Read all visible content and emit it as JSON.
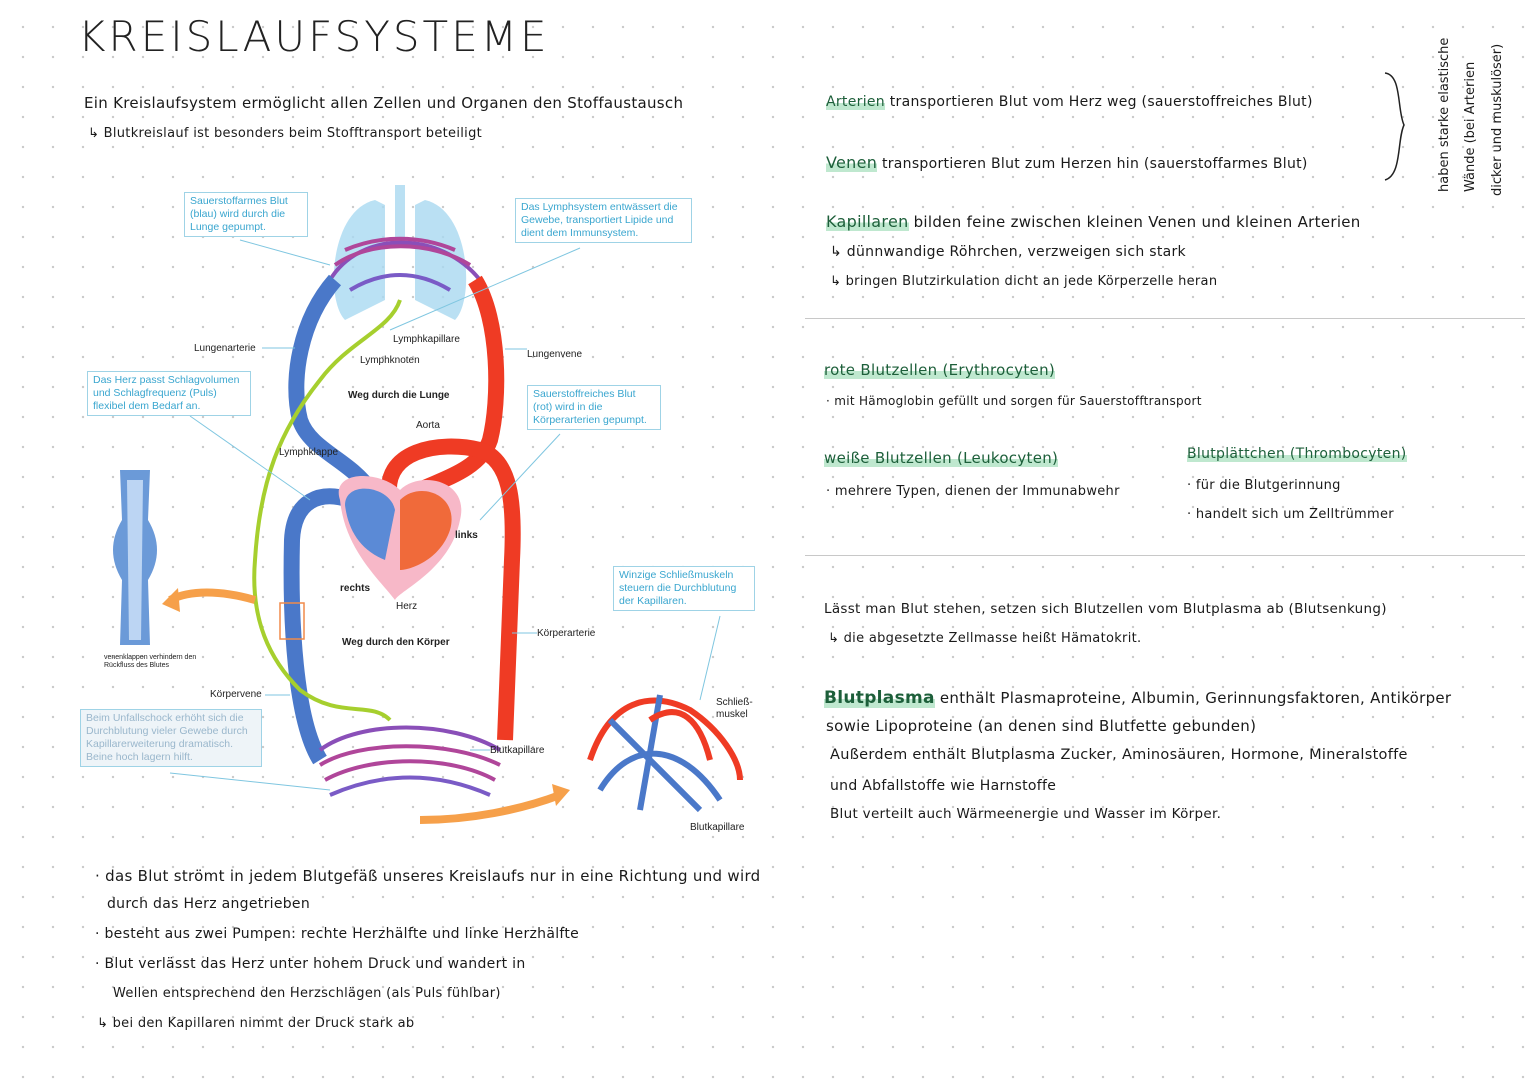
{
  "title": "KREISLAUFSYSTEME",
  "intro": {
    "line1": "Ein Kreislaufsystem ermöglicht allen Zellen und Organen den Stoffaustausch",
    "line2": "↳ Blutkreislauf ist besonders beim Stofftransport beteiligt"
  },
  "diagram": {
    "boxes": [
      "Sauerstoffarmes Blut (blau) wird durch die Lunge gepumpt.",
      "Das Lymphsystem entwässert die Gewebe, transportiert Lipide und dient dem Immunsystem.",
      "Das Herz passt Schlagvolumen und Schlagfrequenz (Puls) flexibel dem Bedarf an.",
      "Sauerstoffreiches Blut (rot) wird in die Körperarterien gepumpt.",
      "Winzige Schließmuskeln steuern die Durchblutung der Kapillaren.",
      "Beim Unfallschock erhöht sich die Durchblutung vieler Gewebe durch Kapillarerweiterung dramatisch. Beine hoch lagern hilft."
    ],
    "labels": {
      "lungenarterie": "Lungenarterie",
      "lymphkapillare": "Lymphkapillare",
      "lymphknoten": "Lymphknoten",
      "lungenvene": "Lungenvene",
      "weg_lunge": "Weg durch die Lunge",
      "aorta": "Aorta",
      "lymphklappe": "Lymphklappe",
      "links": "links",
      "rechts": "rechts",
      "herz": "Herz",
      "weg_koerper": "Weg durch den Körper",
      "koerperarterie": "Körperarterie",
      "koerpervene": "Körpervene",
      "blutkapillare1": "Blutkapillare",
      "schliessmuskel1": "Schließ-",
      "schliessmuskel2": "muskel",
      "blutkapillare2": "Blutkapillare",
      "venenklappen1": "venenklappen verhindern den",
      "venenklappen2": "Rückfluss des Blutes"
    }
  },
  "vessels": {
    "arterien_term": "Arterien",
    "arterien_text": "transportieren Blut vom Herz weg (sauerstoffreiches Blut)",
    "venen_term": "Venen",
    "venen_text": "transportieren Blut zum Herzen hin (sauerstoffarmes Blut)",
    "side_note": [
      "haben starke elastische",
      "Wände (bei Arterien",
      "dicker und muskulöser)"
    ],
    "kapillaren_term": "Kapillaren",
    "kapillaren_text": "bilden feine zwischen kleinen Venen und kleinen Arterien",
    "kap_line2": "↳ dünnwandige Röhrchen, verzweigen sich stark",
    "kap_line3": "↳ bringen Blutzirkulation dicht an jede Körperzelle heran"
  },
  "cells": {
    "rote": "rote Blutzellen (Erythrocyten)",
    "rote_text": "· mit Hämoglobin gefüllt und sorgen für Sauerstofftransport",
    "weisse": "weiße Blutzellen (Leukocyten)",
    "weisse_text": "· mehrere Typen, dienen der Immunabwehr",
    "plaettchen": "Blutplättchen (Thrombocyten)",
    "plaettchen_1": "· für die Blutgerinnung",
    "plaettchen_2": "· handelt sich um Zelltrümmer"
  },
  "plasma": {
    "line1": "Lässt man Blut stehen, setzen sich Blutzellen vom Blutplasma ab (Blutsenkung)",
    "line2": "↳ die abgesetzte Zellmasse heißt Hämatokrit.",
    "term": "Blutplasma",
    "line3": "enthält Plasmaproteine, Albumin, Gerinnungsfaktoren, Antikörper",
    "line4": "sowie Lipoproteine (an denen sind Blutfette gebunden)",
    "line5": "Außerdem enthält Blutplasma Zucker, Aminosäuren, Hormone, Mineralstoffe",
    "line6": "und Abfallstoffe wie Harnstoffe",
    "line7": "Blut verteilt auch Wärmeenergie und Wasser im Körper."
  },
  "bottom": [
    "· das Blut strömt in jedem Blutgefäß unseres Kreislaufs nur in eine Richtung und wird",
    "durch das Herz angetrieben",
    "· besteht aus zwei Pumpen: rechte Herzhälfte und linke Herzhälfte",
    "· Blut verlässt das Herz unter hohem Druck und wandert in",
    "Wellen entsprechend den Herzschlägen (als Puls fühlbar)",
    "↳ bei den Kapillaren nimmt der Druck stark ab"
  ],
  "colors": {
    "highlight": "#bfe8cf",
    "artery": "#ef3b24",
    "vein": "#4a78c9",
    "lymph": "#a6cf2e",
    "box_text": "#3aa6cf"
  }
}
